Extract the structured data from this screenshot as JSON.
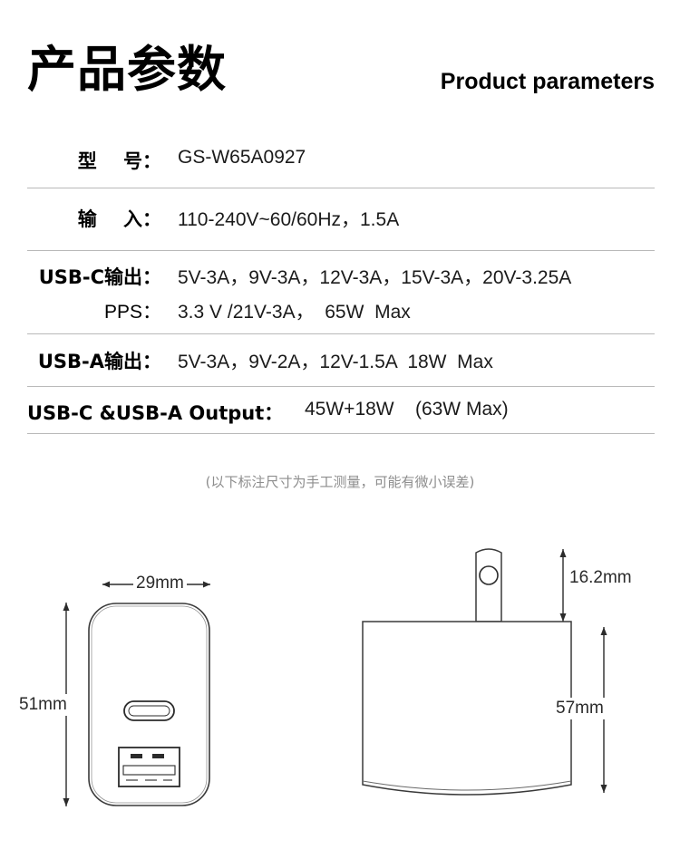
{
  "header": {
    "title_cn": "产品参数",
    "title_en": "Product parameters"
  },
  "spec_table": {
    "rows": [
      {
        "label": "型    号：",
        "value": "GS-W65A0927",
        "wide_label": false
      },
      {
        "label": "输    入：",
        "value": "110-240V~60/60Hz，1.5A",
        "wide_label": false
      },
      {
        "label": "USB-C输出：",
        "value": "5V-3A，9V-3A，12V-3A，15V-3A，20V-3.25A",
        "wide_label": false
      },
      {
        "label": "PPS：",
        "value": "3.3 V /21V-3A，  65W  Max",
        "wide_label": false
      },
      {
        "label": "USB-A输出：",
        "value": "5V-3A，9V-2A，12V-1.5A  18W  Max",
        "wide_label": false
      },
      {
        "label": "USB-C &USB-A Output：",
        "value": "45W+18W    (63W Max)",
        "wide_label": true
      }
    ]
  },
  "note": {
    "text": "(以下标注尺寸为手工测量，可能有微小误差)"
  },
  "diagrams": {
    "front_view": {
      "width_label": "29mm",
      "height_label": "51mm",
      "ports": {
        "usb_c": "usb-c-port",
        "usb_a": "usb-a-port"
      }
    },
    "side_view": {
      "prong_label": "16.2mm",
      "height_label": "57mm"
    }
  },
  "colors": {
    "text": "#111111",
    "muted": "#8d8d8d",
    "rule": "#b9b9b9",
    "outline": "#3a3a3a"
  }
}
